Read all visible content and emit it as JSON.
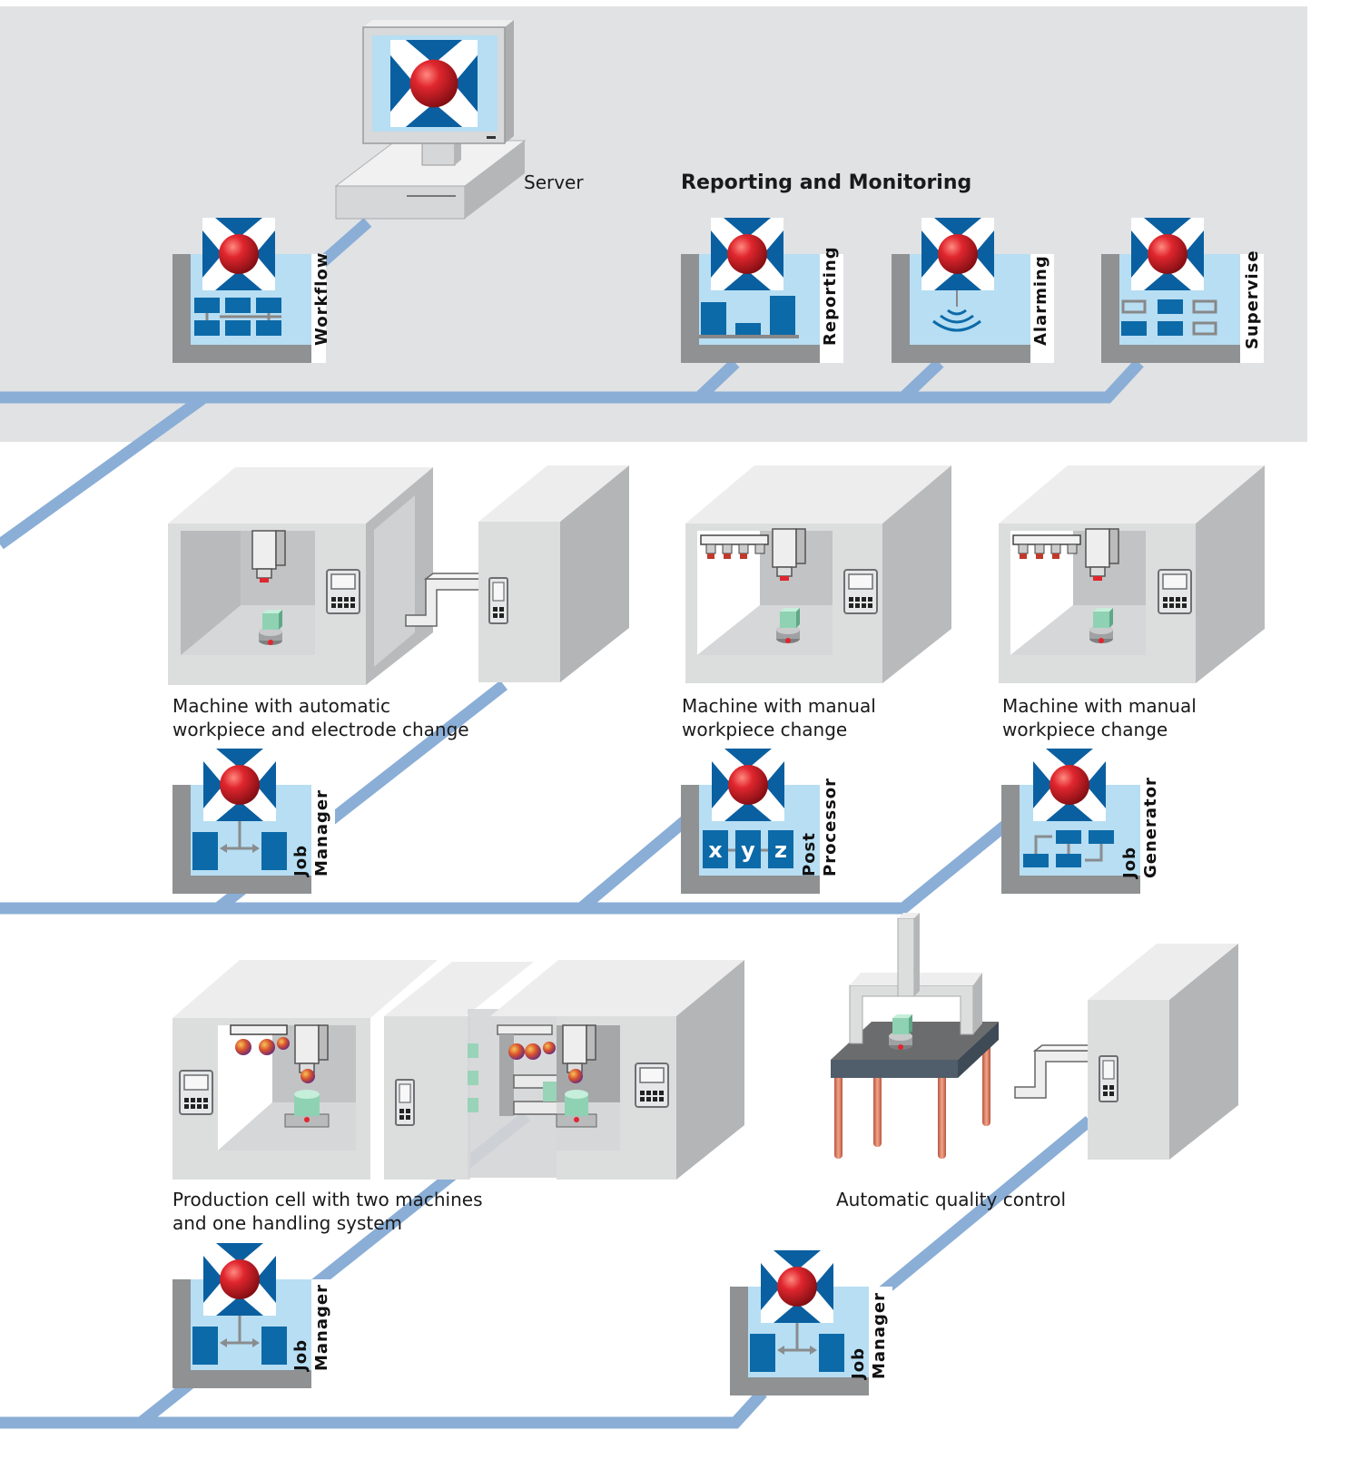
{
  "colors": {
    "background_band": "#e1e2e4",
    "network_line": "#8aaed6",
    "module_light_blue": "#b7def3",
    "module_dark_blue": "#0d6aa8",
    "logo_blue": "#0a5fa0",
    "logo_red": "#d3212b",
    "machine_grey": "#d9dadb",
    "machine_dark_grey": "#a7a9ab"
  },
  "labels": {
    "server": "Server",
    "reporting_monitoring": "Reporting and Monitoring",
    "machine_auto": [
      "Machine with automatic",
      "workpiece and electrode change"
    ],
    "machine_manual_1": [
      "Machine with manual",
      "workpiece change"
    ],
    "machine_manual_2": [
      "Machine with manual",
      "workpiece change"
    ],
    "production_cell": [
      "Production cell with two machines",
      "and one handling system"
    ],
    "quality_control": "Automatic quality control"
  },
  "modules": {
    "workflow": "Workflow",
    "reporting": "Reporting",
    "alarming": "Alarming",
    "supervise": "Supervise",
    "job_manager_1": [
      "Job",
      "Manager"
    ],
    "post_processor": [
      "Post",
      "Processor"
    ],
    "post_processor_axes": [
      "x",
      "y",
      "z"
    ],
    "job_generator": [
      "Job",
      "Generator"
    ],
    "job_manager_2": [
      "Job",
      "Manager"
    ],
    "job_manager_3": [
      "Job",
      "Manager"
    ]
  },
  "icons": [
    "network-line",
    "logo-icon",
    "server-computer",
    "wire-edm-machine",
    "handling-system",
    "coordinate-measuring-machine"
  ]
}
